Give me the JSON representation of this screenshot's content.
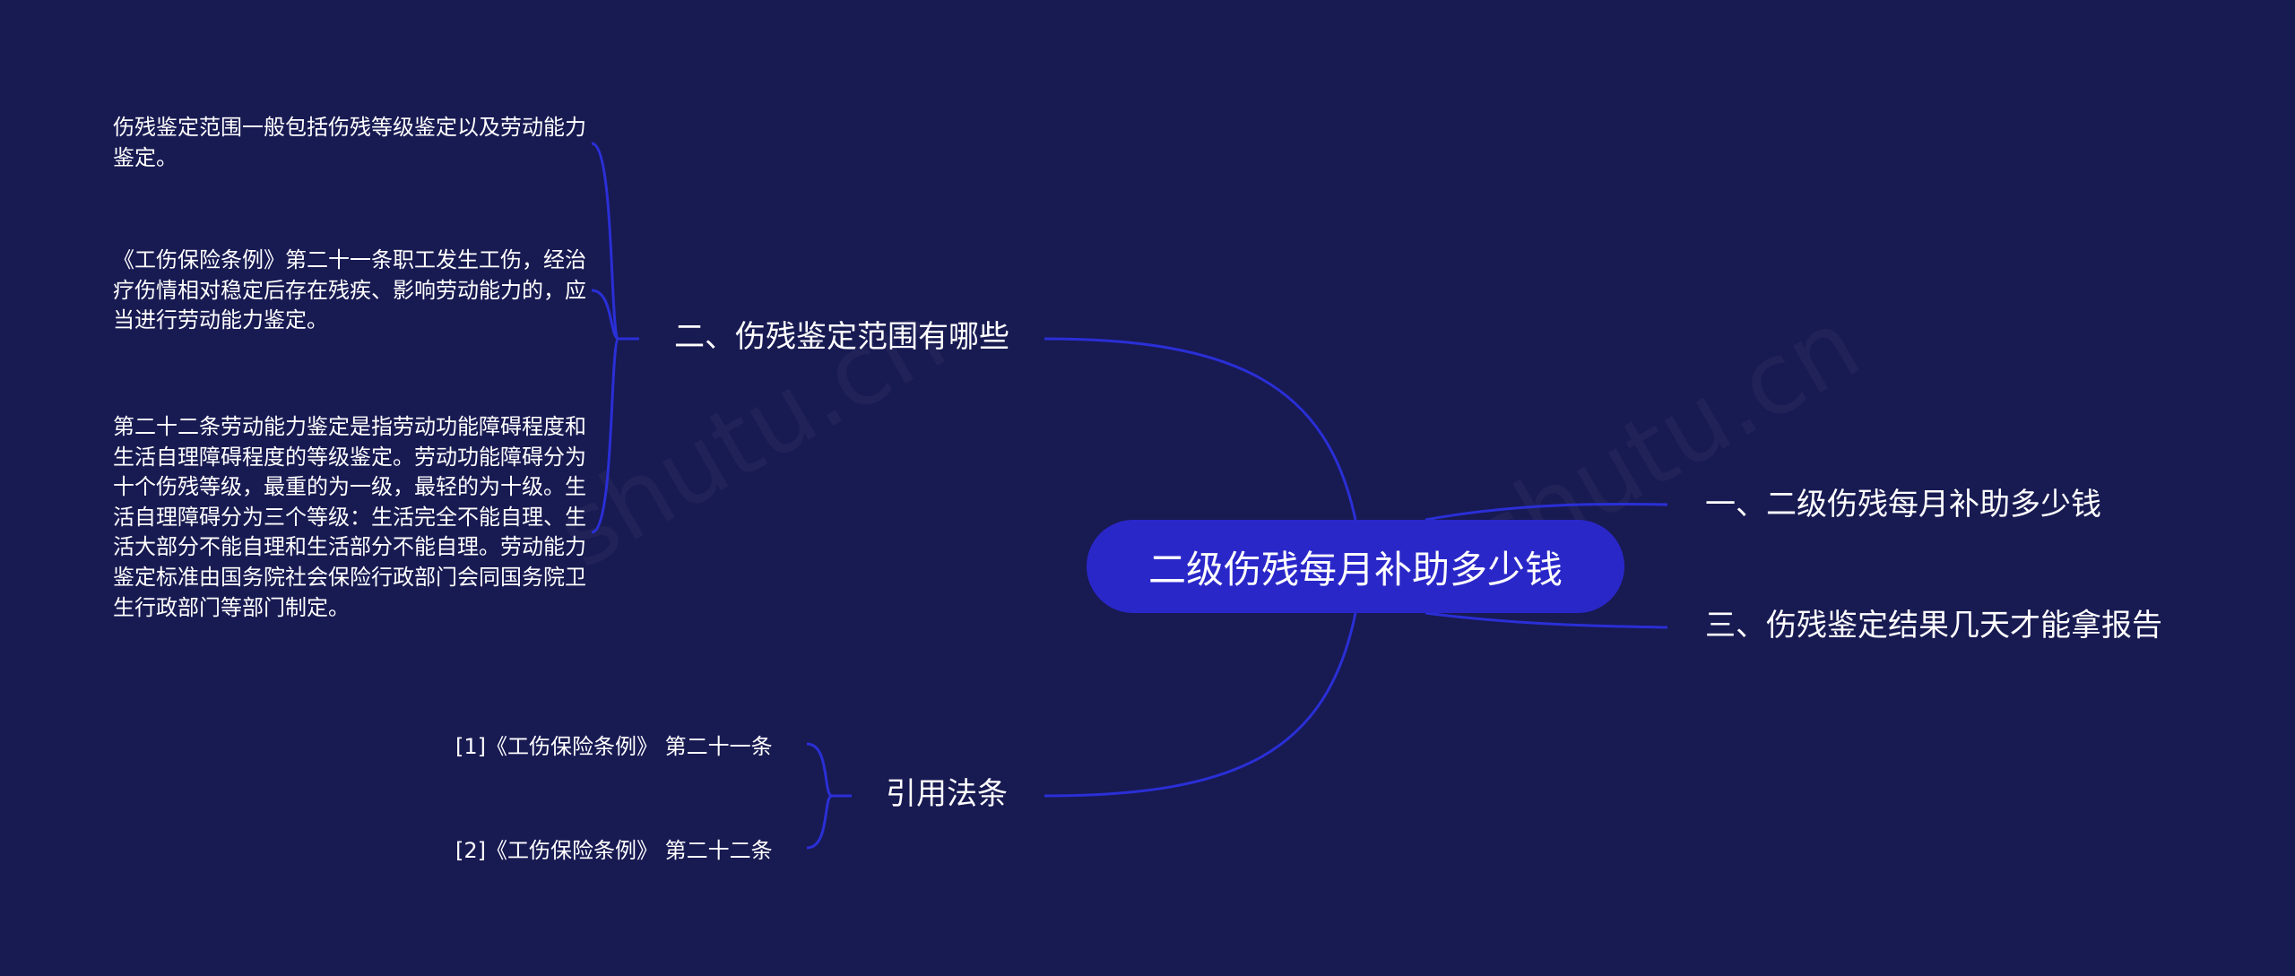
{
  "root": {
    "label": "二级伤残每月补助多少钱"
  },
  "branches": {
    "b1": "一、二级伤残每月补助多少钱",
    "b2": "二、伤残鉴定范围有哪些",
    "b3": "三、伤残鉴定结果几天才能拿报告",
    "b4": "引用法条"
  },
  "leaves": [
    "伤残鉴定范围一般包括伤残等级鉴定以及劳动能力鉴定。",
    "《工伤保险条例》第二十一条职工发生工伤，经治疗伤情相对稳定后存在残疾、影响劳动能力的，应当进行劳动能力鉴定。",
    "第二十二条劳动能力鉴定是指劳动功能障碍程度和生活自理障碍程度的等级鉴定。劳动功能障碍分为十个伤残等级，最重的为一级，最轻的为十级。生活自理障碍分为三个等级：生活完全不能自理、生活大部分不能自理和生活部分不能自理。劳动能力鉴定标准由国务院社会保险行政部门会同国务院卫生行政部门等部门制定。"
  ],
  "refs": [
    "[1]《工伤保险条例》 第二十一条",
    "[2]《工伤保险条例》 第二十二条"
  ],
  "colors": {
    "background": "#181a52",
    "root_fill": "#2a27c9",
    "connector": "#2a2fd6",
    "text": "#ffffff"
  }
}
